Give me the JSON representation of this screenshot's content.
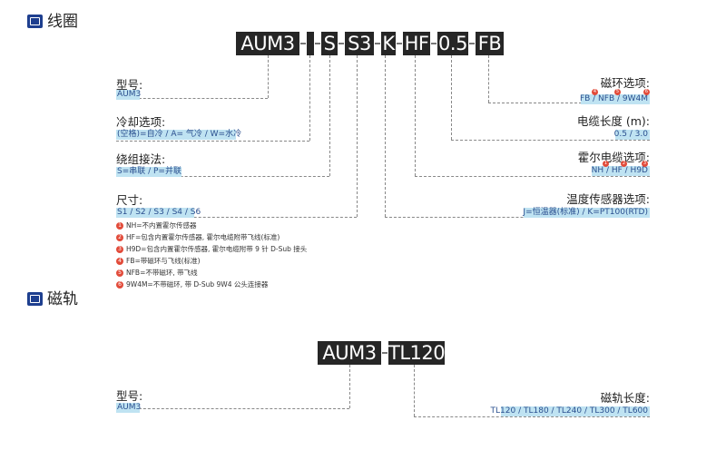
{
  "sections": {
    "coil_title": "线圈",
    "rail_title": "磁轨"
  },
  "coil_code": {
    "parts": [
      "AUM3",
      "-",
      "",
      "-",
      "S",
      "-",
      "S3",
      "-",
      "K",
      "-",
      "HF",
      "-",
      "0.5",
      "-",
      "FB"
    ]
  },
  "coil_left": [
    {
      "label": "型号:",
      "value": "AUM3"
    },
    {
      "label": "冷却选项:",
      "value": "(空格)=自冷 / A= 气冷 / W=水冷"
    },
    {
      "label": "绕组接法:",
      "value": "S=串联 / P=并联"
    },
    {
      "label": "尺寸:",
      "value": "S1 / S2 / S3 / S4 / S6"
    }
  ],
  "coil_right": [
    {
      "label": "磁环选项:",
      "value": "FB / NFB / 9W4M"
    },
    {
      "label": "电缆长度 (m):",
      "value": "0.5 / 3.0"
    },
    {
      "label": "霍尔电缆选项:",
      "value": "NH / HF / H9D"
    },
    {
      "label": "温度传感器选项:",
      "value": "J=恒温器(标准) / K=PT100(RTD)"
    }
  ],
  "notes": [
    {
      "num": "1",
      "text": "NH=不内置霍尔传感器"
    },
    {
      "num": "2",
      "text": "HF=包含内置霍尔传感器, 霍尔电缆附带飞线(标准)"
    },
    {
      "num": "3",
      "text": "H9D=包含内置霍尔传感器, 霍尔电缆附带 9 针 D-Sub 接头"
    },
    {
      "num": "4",
      "text": "FB=带磁环与飞线(标准)"
    },
    {
      "num": "5",
      "text": "NFB=不带磁环, 带飞线"
    },
    {
      "num": "6",
      "text": "9W4M=不带磁环, 带 D-Sub 9W4 公头连接器"
    }
  ],
  "sup_marks": {
    "magnet": [
      "4",
      "5",
      "6"
    ],
    "hall": [
      "1",
      "2",
      "3"
    ]
  },
  "rail_code": {
    "parts": [
      "AUM3",
      "-",
      "TL120"
    ]
  },
  "rail_left": {
    "label": "型号:",
    "value": "AUM3"
  },
  "rail_right": {
    "label": "磁轨长度:",
    "value": "TL120 / TL180 / TL240 / TL300 / TL600"
  },
  "colors": {
    "accent": "#1e3f8f",
    "highlight": "#bfe3f2",
    "note_dot": "#e24b3a",
    "code_bg": "#262626"
  }
}
